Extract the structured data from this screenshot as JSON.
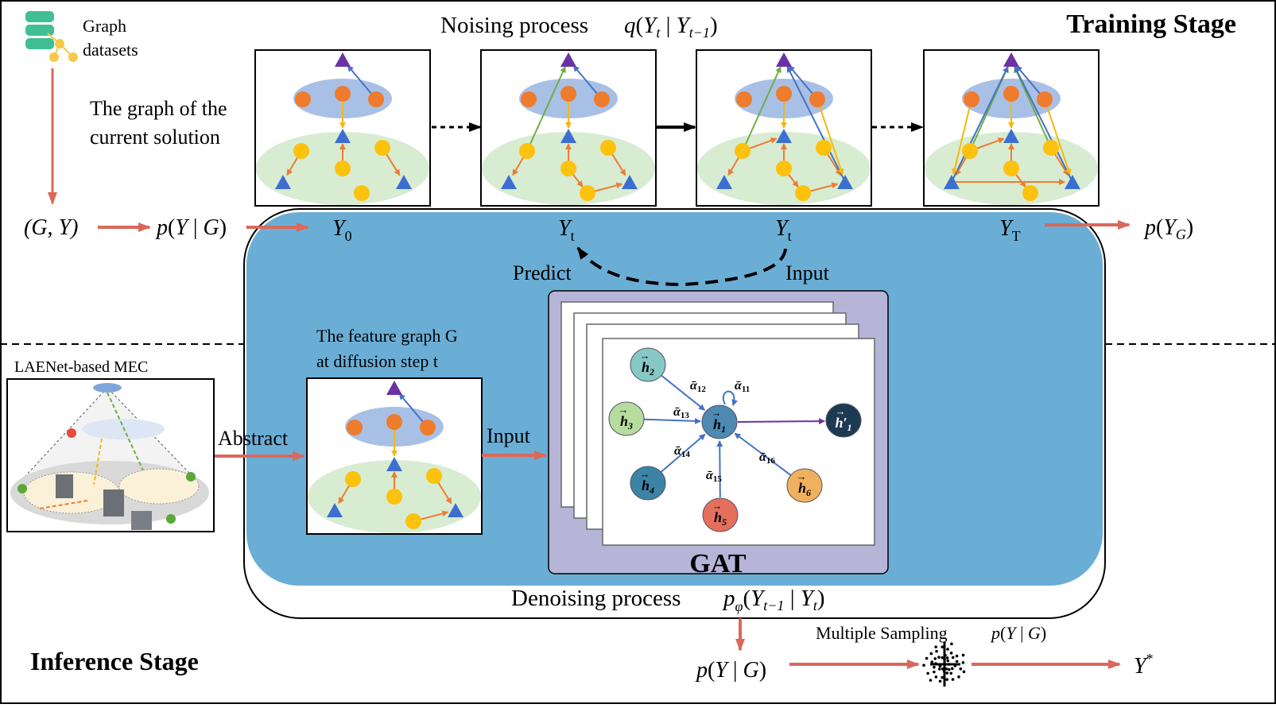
{
  "stages": {
    "training": "Training Stage",
    "inference": "Inference Stage"
  },
  "top": {
    "datasets_line1": "Graph",
    "datasets_line2": "datasets",
    "noising_label": "Noising process",
    "noising_formula": "q(Y_t | Y_{t−1})",
    "graph_label_line1": "The graph of the",
    "graph_label_line2": "current solution"
  },
  "flow": {
    "gy": "(G, Y)",
    "pyg": "p(Y | G)",
    "y0": "Y_0",
    "yt_a": "Y_t",
    "yt_b": "Y_t",
    "yT": "Y_T",
    "pyG": "p(Y_G)",
    "predict": "Predict",
    "input_top": "Input",
    "input_mid": "Input",
    "abstract": "Abstract"
  },
  "feature_graph": {
    "line1": "The feature graph G",
    "line2": "at diffusion step t"
  },
  "laenet": {
    "label": "LAENet-based MEC"
  },
  "gat": {
    "title": "GAT",
    "nodes": {
      "h1": "h_1",
      "h2": "h_2",
      "h3": "h_3",
      "h4": "h_4",
      "h5": "h_5",
      "h6": "h_6",
      "h1p": "h′_1"
    },
    "edges": {
      "a11": "ᾱ_11",
      "a12": "ᾱ_12",
      "a13": "ᾱ_13",
      "a14": "ᾱ_14",
      "a15": "ᾱ_15",
      "a16": "ᾱ_16"
    }
  },
  "bottom": {
    "denoising_label": "Denoising process",
    "denoising_formula": "p_φ(Y_{t−1} | Y_t)",
    "multiple_sampling": "Multiple Sampling",
    "ms_formula": "p(Y | G)",
    "pyg": "p(Y | G)",
    "ystar": "Y*"
  },
  "colors": {
    "arrow_red": "#d9695a",
    "panel_blue": "#6aaed6",
    "gat_bg": "#b6b5d8",
    "ellipse_blue": "#a9c0e6",
    "ellipse_green": "#d8ecd2",
    "node_orange": "#ef7b2c",
    "node_yellow": "#fcc20d",
    "triangle_blue": "#3d6fd0",
    "triangle_purple": "#6a33a5",
    "edge_blue": "#4472c4",
    "edge_green": "#70ad47",
    "edge_yellow": "#f5b80c",
    "edge_orange": "#ed7d31"
  }
}
